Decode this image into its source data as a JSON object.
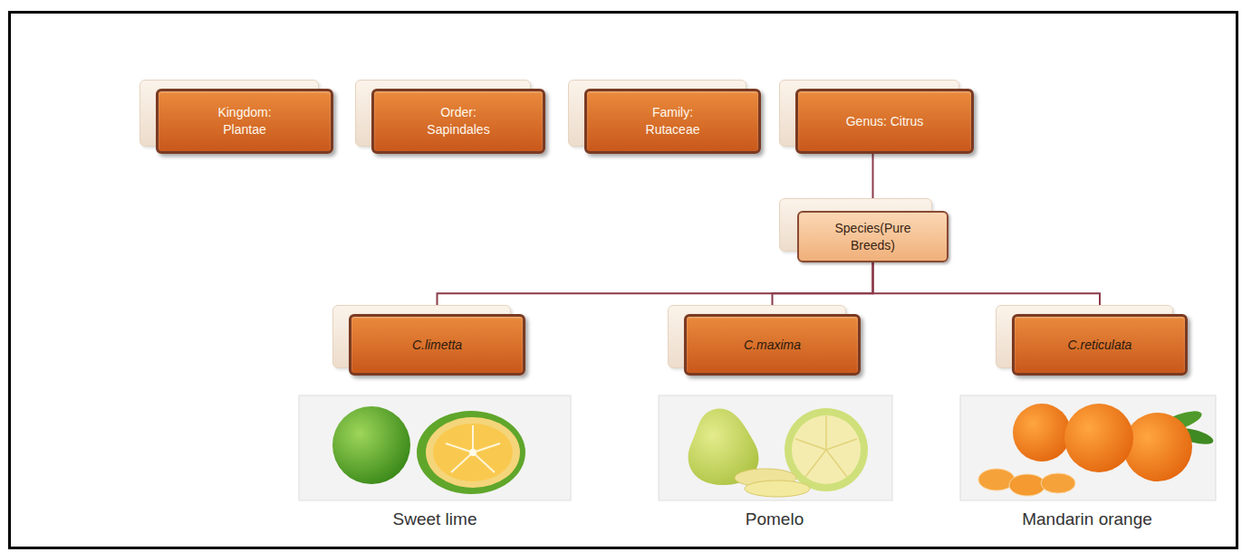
{
  "diagram": {
    "nodes": [
      {
        "text": [
          "Kingdom: Plantae"
        ]
      },
      {
        "text": [
          "Order: Sapindales"
        ]
      },
      {
        "text": [
          "Family: Rutaceae"
        ]
      },
      {
        "text": [
          "Genus: Citrus"
        ]
      },
      {
        "text": [
          "Species(Pure Breeds)"
        ]
      },
      {
        "text": [
          "C.limetta"
        ]
      },
      {
        "text": [
          "C.maxima"
        ]
      },
      {
        "text": [
          "C.reticulata"
        ]
      }
    ],
    "edges": [
      {
        "from": 3,
        "to": 4,
        "arrow": "none"
      },
      {
        "from": 4,
        "to": 5,
        "arrow": "none"
      },
      {
        "from": 4,
        "to": 6,
        "arrow": "none"
      },
      {
        "from": 4,
        "to": 7,
        "arrow": "none"
      }
    ],
    "labels": [
      "Sweet lime",
      "Pomelo",
      "Mandarin orange"
    ]
  }
}
